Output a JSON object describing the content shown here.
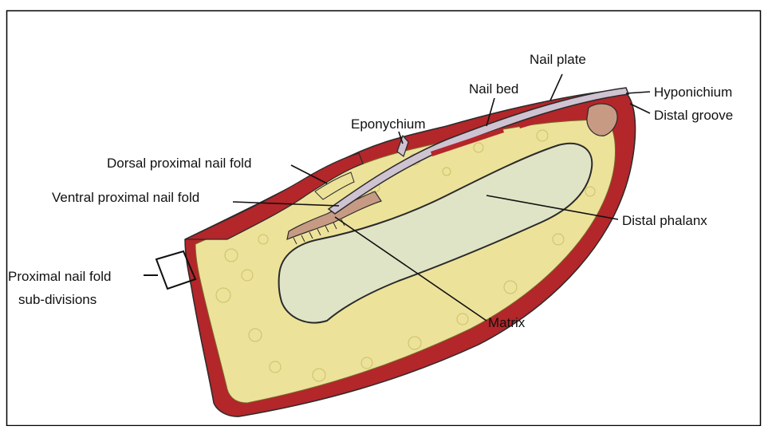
{
  "labels": {
    "nail_plate": "Nail plate",
    "nail_bed": "Nail bed",
    "hyponichium": "Hyponichium",
    "distal_groove": "Distal groove",
    "eponychium": "Eponychium",
    "dorsal_proximal_nail_fold": "Dorsal proximal nail fold",
    "ventral_proximal_nail_fold": "Ventral proximal nail fold",
    "distal_phalanx": "Distal phalanx",
    "proximal_nail_fold_line1": "Proximal nail fold",
    "proximal_nail_fold_line2": "sub-divisions",
    "matrix": "Matrix"
  },
  "colors": {
    "dermis_red": "#b3262a",
    "fat_yellow": "#ece29a",
    "bone_green": "#dfe4c6",
    "nail_plate_lilac": "#cfc3d2",
    "matrix_tan": "#c79a83",
    "skin_pale": "#f1ecc6",
    "outline": "#2a2a2a"
  }
}
